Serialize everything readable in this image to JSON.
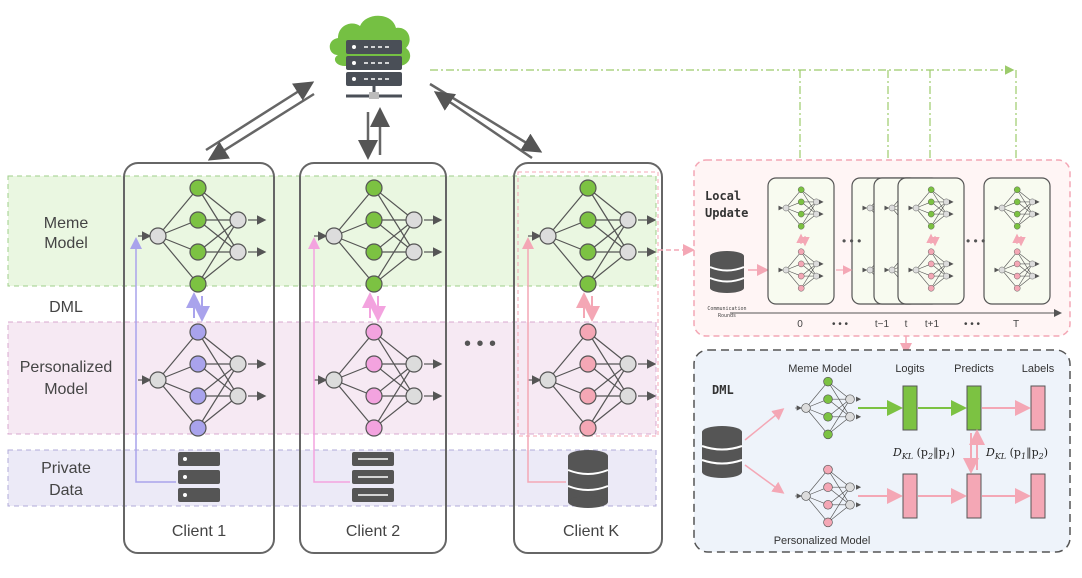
{
  "rows": {
    "meme_model": [
      "Meme",
      "Model"
    ],
    "dml": "DML",
    "personalized_model": [
      "Personalized",
      "Model"
    ],
    "private_data": [
      "Private",
      "Data"
    ]
  },
  "clients": [
    "Client 1",
    "Client 2",
    "Client K"
  ],
  "ellipsis": "• • •",
  "local_update": {
    "title": [
      "Local",
      "Update"
    ],
    "db_caption": [
      "Communication",
      "Rounds"
    ],
    "ticks": [
      "0",
      "• • •",
      "t−1",
      "t",
      "t+1",
      "• • •",
      "T"
    ],
    "dots": "• • •"
  },
  "dml_panel": {
    "title": "DML",
    "meme_model": "Meme Model",
    "personalized_model": "Personalized Model",
    "headers": [
      "Logits",
      "Predicts",
      "Labels"
    ],
    "formula_1": "D_KL(p₂‖p₁)",
    "formula_2": "D_KL(p₁‖p₂)"
  },
  "colors": {
    "green": "#7cc242",
    "pink": "#f4a7b5",
    "purple": "#a9a3ec",
    "magenta": "#f3a3df",
    "gray_node": "#dcdcdc",
    "server_cloud": "#75c043",
    "band_green": "#eaf7e1",
    "band_pink": "#f6e9f3",
    "band_purple": "#eceaf7"
  }
}
